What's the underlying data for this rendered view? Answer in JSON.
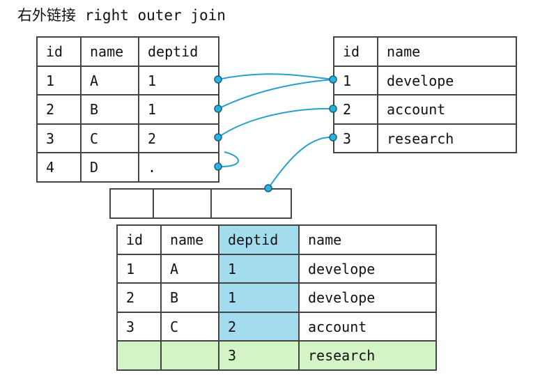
{
  "title": "右外链接 right outer join",
  "employee_table": {
    "headers": [
      "id",
      "name",
      "deptid"
    ],
    "rows": [
      [
        "1",
        "A",
        "1"
      ],
      [
        "2",
        "B",
        "1"
      ],
      [
        "3",
        "C",
        "2"
      ],
      [
        "4",
        "D",
        "."
      ]
    ]
  },
  "dept_table": {
    "headers": [
      "id",
      "name"
    ],
    "rows": [
      [
        "1",
        "develope"
      ],
      [
        "2",
        "account"
      ],
      [
        "3",
        "research"
      ]
    ]
  },
  "result_table": {
    "headers": [
      "id",
      "name",
      "deptid",
      "name"
    ],
    "rows": [
      [
        "1",
        "A",
        "1",
        "develope"
      ],
      [
        "2",
        "B",
        "1",
        "develope"
      ],
      [
        "3",
        "C",
        "2",
        "account"
      ],
      [
        "",
        "",
        "3",
        "research"
      ]
    ]
  },
  "colors": {
    "connector": "#2a9fc9",
    "dot": "#27b3e0",
    "join_column": "#a3dcef",
    "unmatched_row": "#d3f5c6"
  }
}
